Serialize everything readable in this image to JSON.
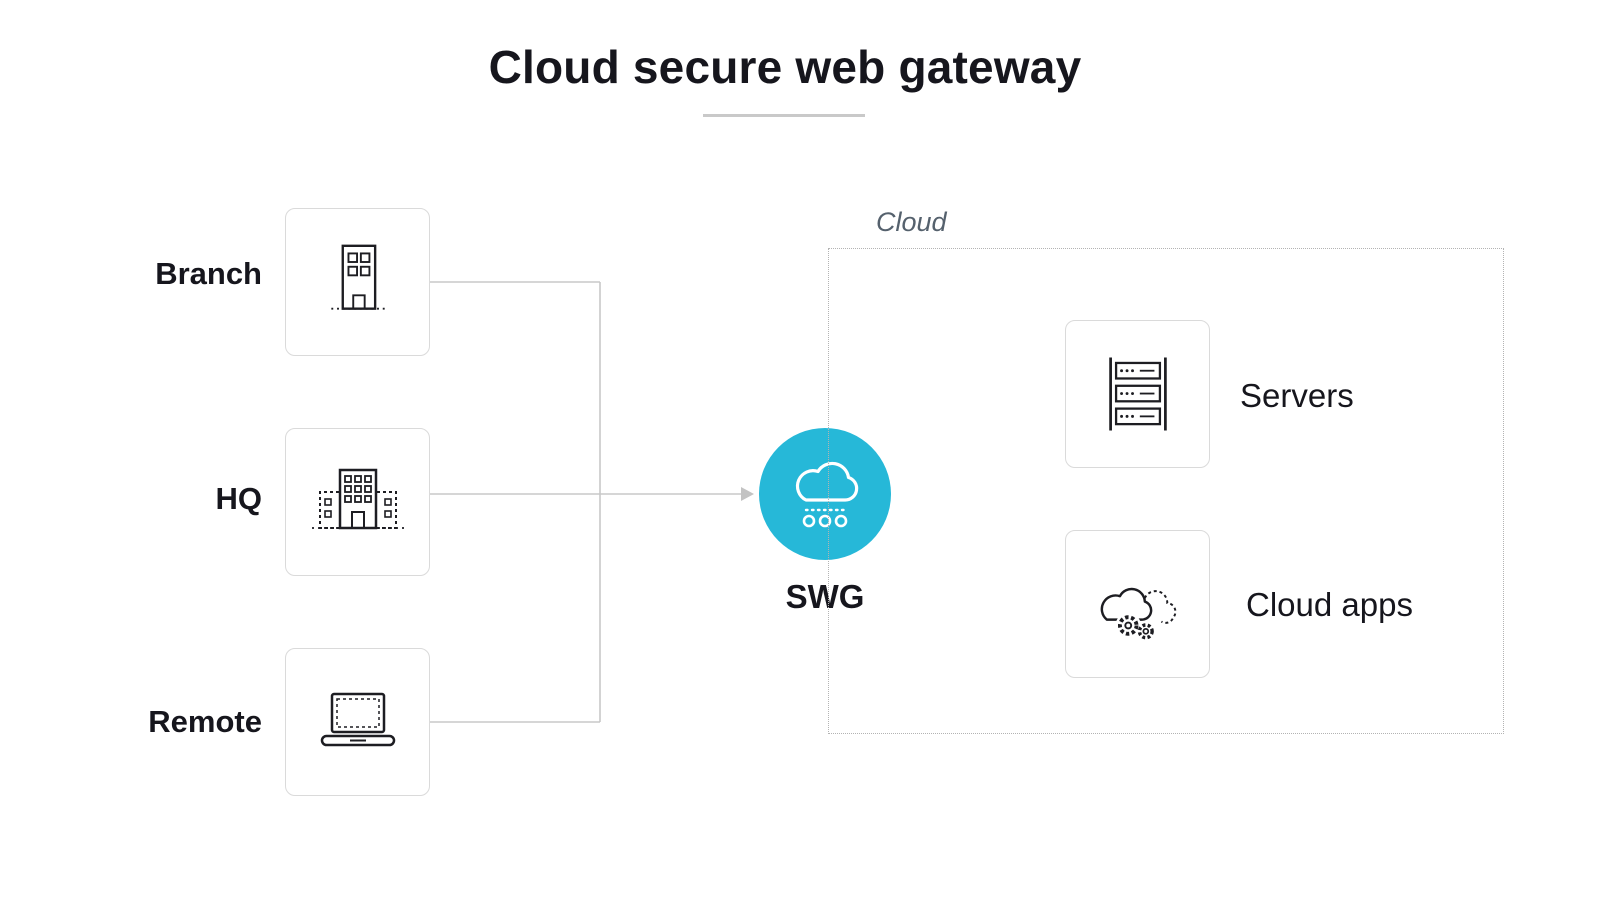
{
  "title": "Cloud secure web gateway",
  "sources": [
    {
      "id": "branch",
      "label": "Branch",
      "icon": "branch-building-icon"
    },
    {
      "id": "hq",
      "label": "HQ",
      "icon": "hq-building-icon"
    },
    {
      "id": "remote",
      "label": "Remote",
      "icon": "laptop-icon"
    }
  ],
  "gateway": {
    "label": "SWG",
    "icon": "cloud-icon"
  },
  "cloud_region": {
    "label": "Cloud",
    "items": [
      {
        "id": "servers",
        "label": "Servers",
        "icon": "servers-rack-icon"
      },
      {
        "id": "cloud-apps",
        "label": "Cloud apps",
        "icon": "cloud-apps-icon"
      }
    ]
  },
  "colors": {
    "accent": "#26b8d8",
    "connector": "#c8c8c8",
    "box_border": "#dadada",
    "region_border": "#b3b3b3",
    "text": "#16161d",
    "region_label": "#55616d"
  }
}
